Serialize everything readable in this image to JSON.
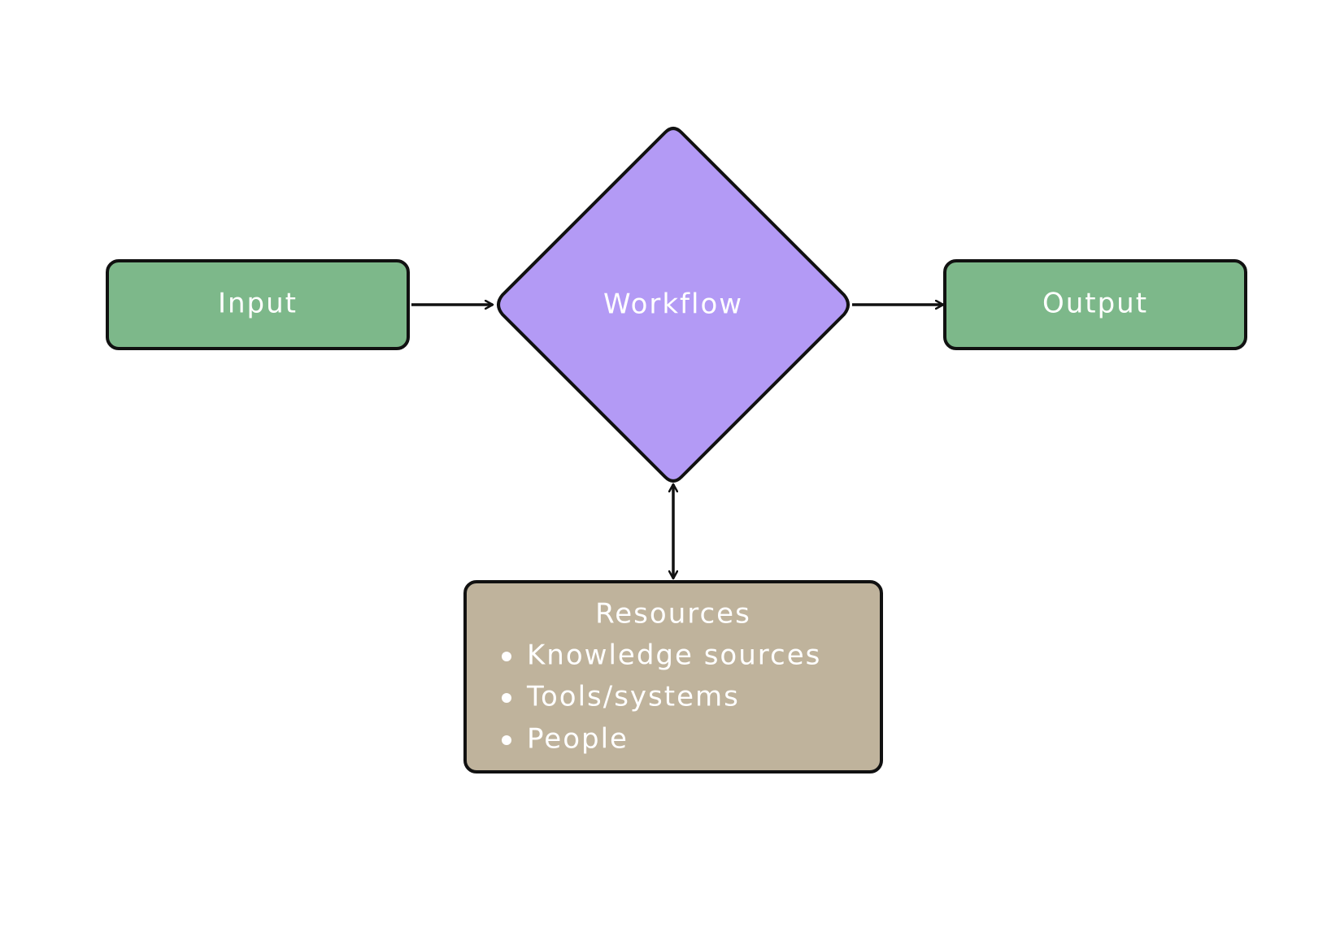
{
  "diagram": {
    "nodes": {
      "input": {
        "label": "Input"
      },
      "workflow": {
        "label": "Workflow"
      },
      "output": {
        "label": "Output"
      },
      "resources": {
        "title": "Resources",
        "items": [
          "Knowledge sources",
          "Tools/systems",
          "People"
        ]
      }
    },
    "colors": {
      "io_fill": "#7db88a",
      "workflow_fill": "#b39af5",
      "resources_fill": "#bfb39c",
      "stroke": "#111111",
      "text": "#ffffff",
      "background": "#ffffff"
    }
  }
}
